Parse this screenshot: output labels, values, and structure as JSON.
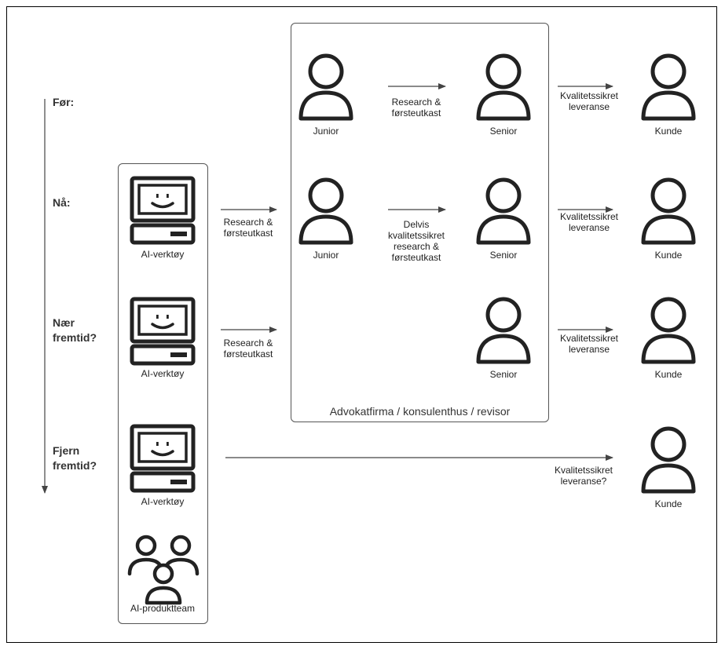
{
  "rows": {
    "before": "Før:",
    "now": "Nå:",
    "near_future_line1": "Nær",
    "near_future_line2": "fremtid?",
    "far_future_line1": "Fjern",
    "far_future_line2": "fremtid?"
  },
  "roles": {
    "junior": "Junior",
    "senior": "Senior",
    "client": "Kunde",
    "ai_tool": "AI-verktøy",
    "ai_team": "AI-produktteam"
  },
  "firm_label": "Advokatfirma / konsulenthus / revisor",
  "flows": {
    "research_line1": "Research &",
    "research_line2": "førsteutkast",
    "partial_line1": "Delvis",
    "partial_line2": "kvalitetssikret",
    "partial_line3": "research &",
    "partial_line4": "førsteutkast",
    "qa_line1": "Kvalitetssikret",
    "qa_line2": "leveranse",
    "qa_q_line2": "leveranse?"
  },
  "icons": {
    "person": "person-icon",
    "computer": "computer-icon",
    "group": "group-icon"
  },
  "colors": {
    "stroke": "#222222",
    "line": "#444444",
    "border": "#555555"
  }
}
